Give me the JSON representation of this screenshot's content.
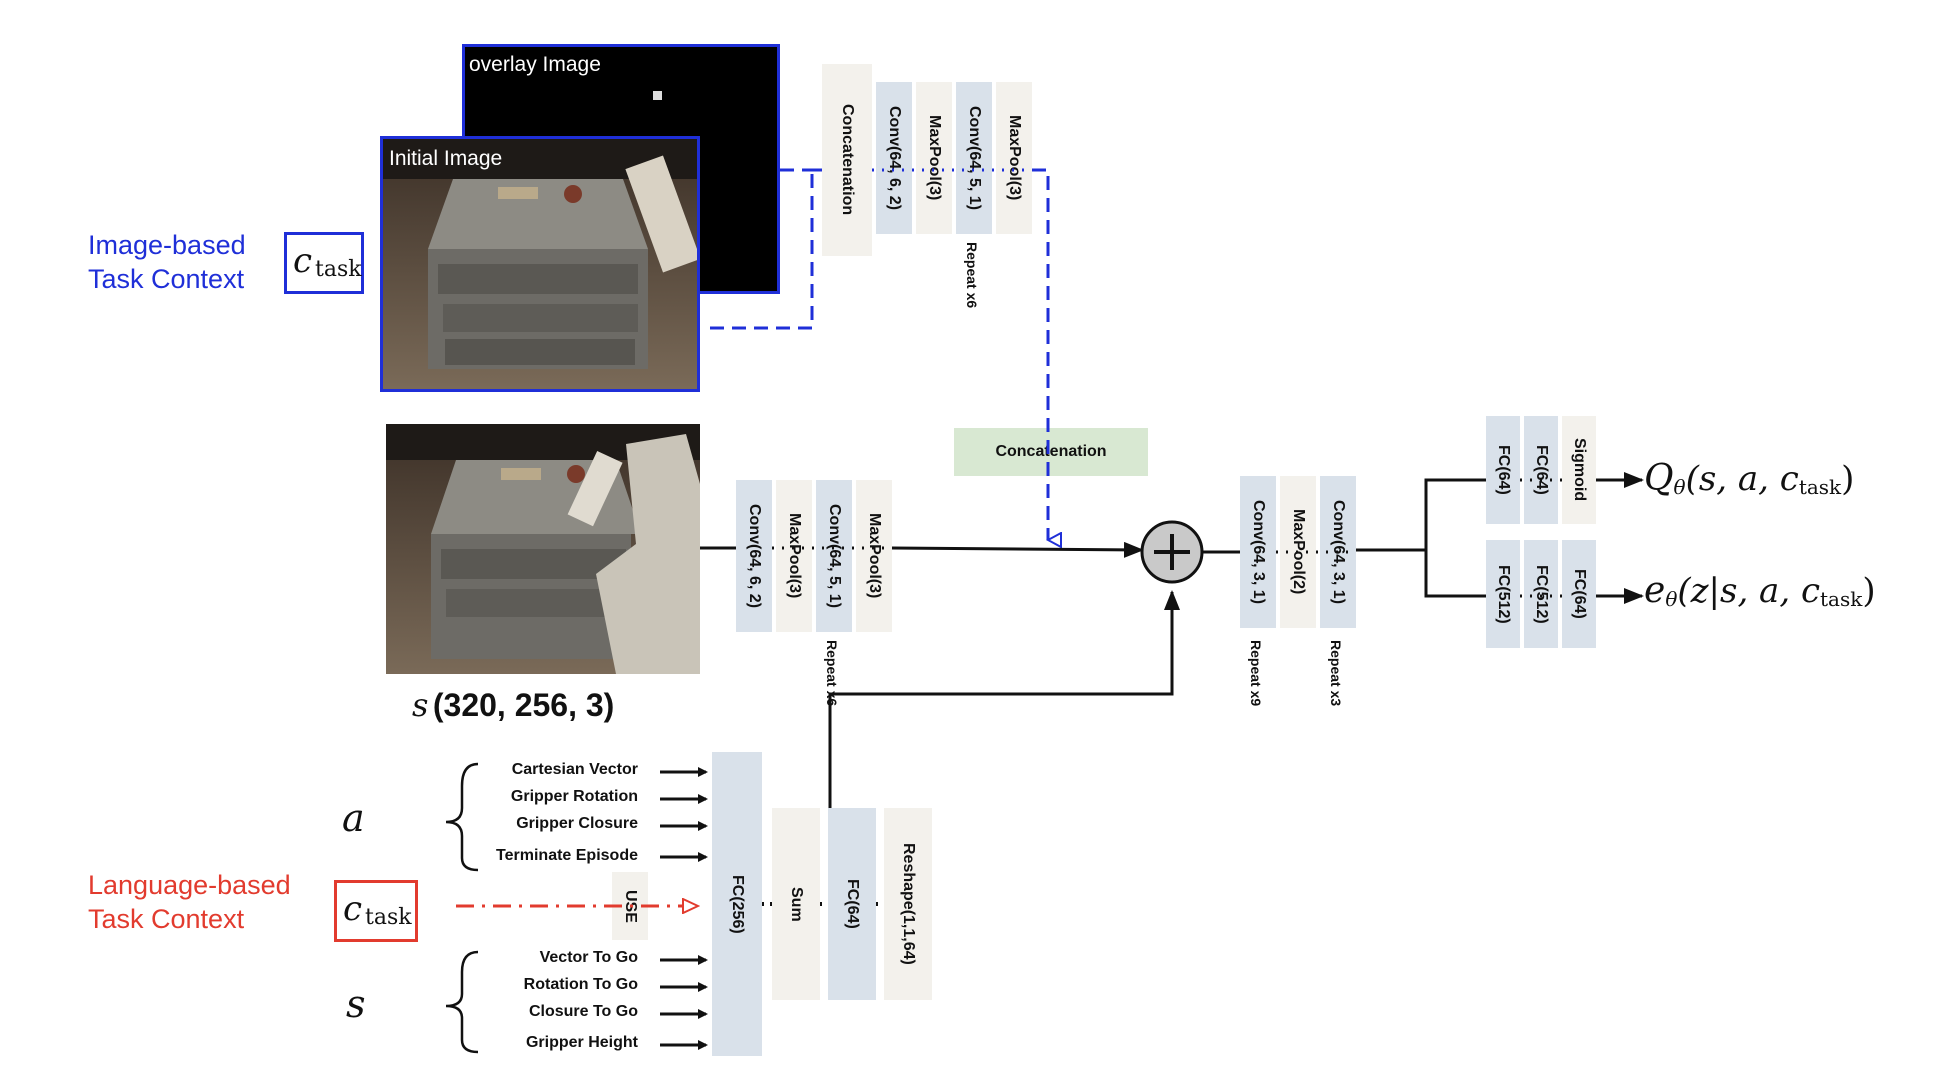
{
  "context": {
    "image_label_line1": "Image-based",
    "image_label_line2": "Task Context",
    "language_label_line1": "Language-based",
    "language_label_line2": "Task Context",
    "ctask_symbol": "c",
    "ctask_sub": "task"
  },
  "images": {
    "overlay_title": "overlay Image",
    "initial_title": "Initial Image",
    "state_caption_symbol": "s",
    "state_caption_shape": "(320, 256, 3)"
  },
  "context_branch": {
    "blocks": [
      "Concatenation",
      "Conv(64, 6, 2)",
      "MaxPool(3)",
      "Conv(64, 5, 1)",
      "MaxPool(3)"
    ],
    "repeat": "Repeat x6"
  },
  "concat_label": "Concatenation",
  "image_branch": {
    "blocks": [
      "Conv(64, 6, 2)",
      "MaxPool(3)",
      "Conv(64, 5, 1)",
      "MaxPool(3)"
    ],
    "repeat": "Repeat x6"
  },
  "merged_branch": {
    "blocks": [
      "Conv(64, 3, 1)",
      "MaxPool(2)",
      "Conv(64, 3, 1)"
    ],
    "repeat1": "Repeat x9",
    "repeat2": "Repeat x3"
  },
  "q_head": {
    "blocks": [
      "FC(64)",
      "FC(64)",
      "Sigmoid"
    ]
  },
  "e_head": {
    "blocks": [
      "FC(512)",
      "FC(512)",
      "FC(64)"
    ]
  },
  "outputs": {
    "q_main": "Q",
    "q_args": "(s, a, c",
    "e_main": "e",
    "e_args": "(z|s, a, c",
    "theta": "θ",
    "sub": "task",
    "close": ")"
  },
  "inputs": {
    "a_symbol": "a",
    "s_symbol": "s",
    "action_items": [
      "Cartesian Vector",
      "Gripper Rotation",
      "Gripper Closure",
      "Terminate Episode"
    ],
    "state_items": [
      "Vector To Go",
      "Rotation To Go",
      "Closure To Go",
      "Gripper Height"
    ],
    "use_label": "USE",
    "blocks": [
      "FC(256)",
      "Sum",
      "FC(64)",
      "Reshape(1,1,64)"
    ]
  },
  "colors": {
    "context_blue": "#1f2fd8",
    "language_red": "#e23b2e",
    "block_blue": "#d9e1ea",
    "block_beige": "#f3f1ec",
    "concat_green": "#d8e8d2"
  }
}
